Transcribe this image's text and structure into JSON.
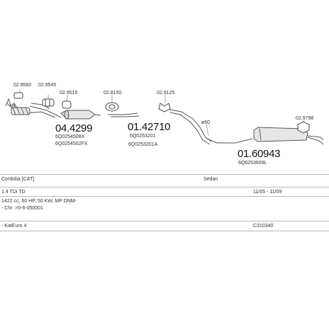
{
  "diagram": {
    "parts": [
      {
        "key": "p1",
        "number": "02.9560"
      },
      {
        "key": "p2",
        "number": "02.9545"
      },
      {
        "key": "p3",
        "number": "02.9515"
      },
      {
        "key": "p4",
        "number": "02.8150"
      },
      {
        "key": "p5",
        "number": "02.9125"
      },
      {
        "key": "p6",
        "number": "02.9798"
      }
    ],
    "main_numbers": [
      {
        "key": "m1",
        "number": "04.4299",
        "refs": [
          "6Q0254508X",
          "6Q0254502FX"
        ]
      },
      {
        "key": "m2",
        "number": "01.42710",
        "refs": [
          "6Q0253201",
          "6Q0253201A"
        ]
      },
      {
        "key": "m3",
        "number": "01.60943",
        "refs": [
          "6Q6253609L"
        ]
      }
    ],
    "diameter_label": "ø50",
    "icons": [
      "clamp-icon",
      "gasket-icon",
      "hanger-icon",
      "car-sedan-icon"
    ]
  },
  "info": {
    "rows": [
      {
        "left": "Cordoba  [CAT]",
        "middle": "Sedan",
        "right": ""
      },
      {
        "left": "1.4 TDi TD",
        "middle": "",
        "right": "11/05 - 11/09"
      },
      {
        "left": "1422 cc, 60 HP, 50 KW, MP DNM-",
        "middle": "",
        "right": ""
      },
      {
        "left": "- Chr. >0-6-050001",
        "middle": "",
        "right": ""
      },
      {
        "left": "- KatEuro 4",
        "middle": "",
        "right": "C310340"
      }
    ]
  }
}
